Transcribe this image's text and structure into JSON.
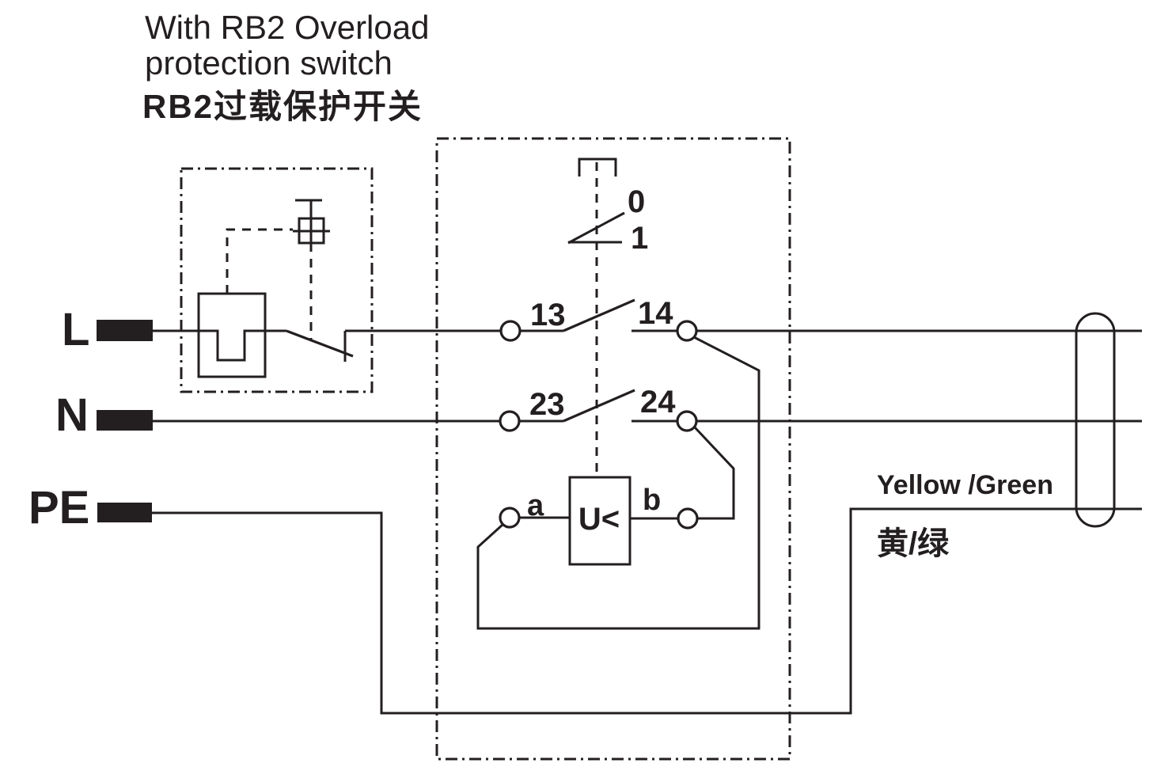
{
  "title": {
    "line1": "With RB2 Overload",
    "line2": "protection switch",
    "line3": "RB2过载保护开关"
  },
  "terminals": {
    "line": "L",
    "neutral": "N",
    "earth": "PE"
  },
  "contacts": {
    "pole1_in": "13",
    "pole1_out": "14",
    "pole2_in": "23",
    "pole2_out": "24"
  },
  "actuator_positions": {
    "off": "0",
    "on": "1"
  },
  "undervoltage_release": {
    "label": "U<",
    "terminal_a": "a",
    "terminal_b": "b"
  },
  "cable": {
    "pe_color_en": "Yellow /Green",
    "pe_color_zh": "黄/绿"
  },
  "colors": {
    "line": "#231f20",
    "background": "#ffffff"
  }
}
